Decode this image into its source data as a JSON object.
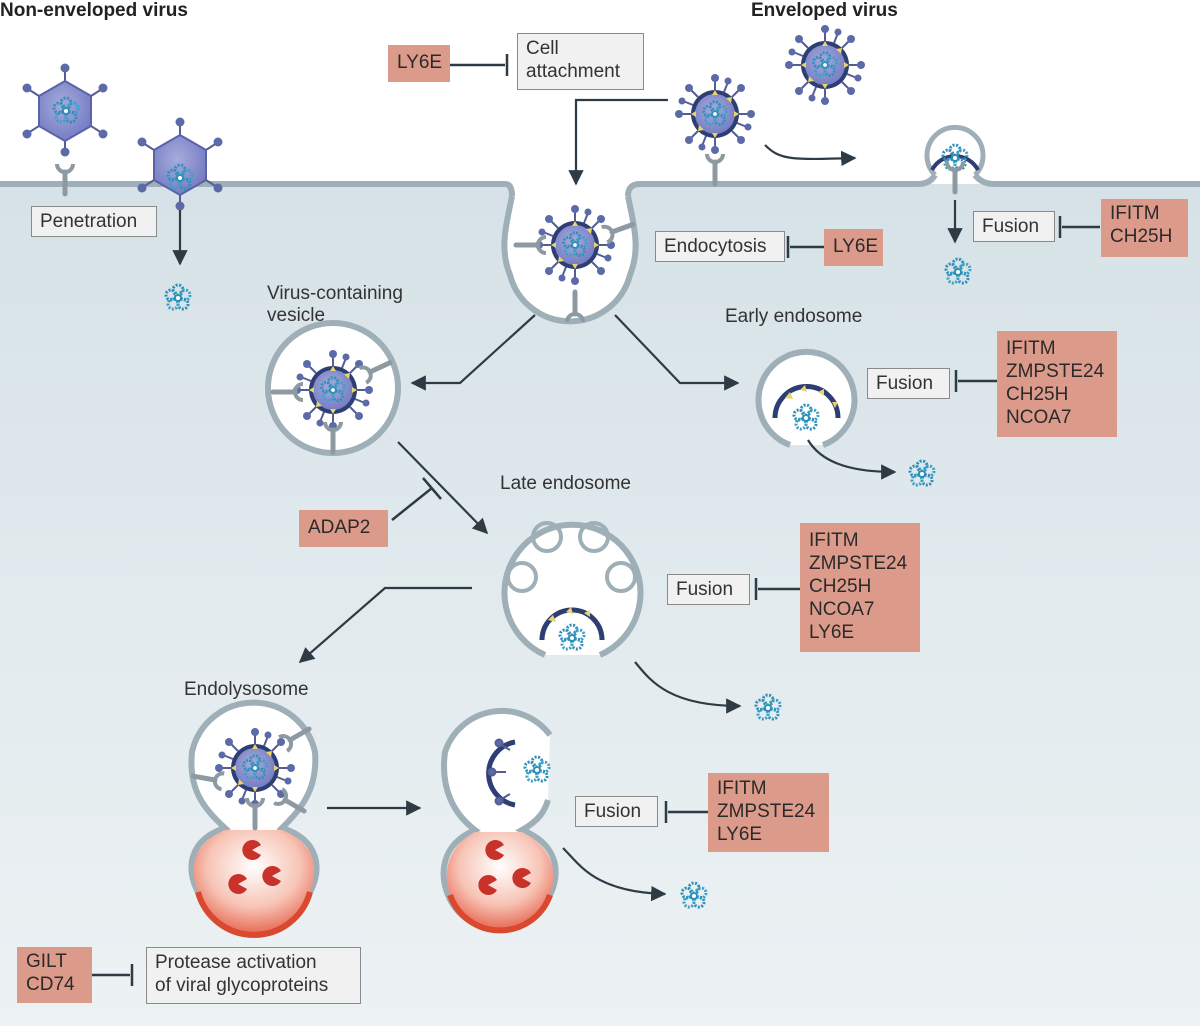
{
  "titles": {
    "non_enveloped": "Non-enveloped virus",
    "enveloped": "Enveloped virus"
  },
  "labels": {
    "virus_vesicle_1": "Virus-containing",
    "virus_vesicle_2": "vesicle",
    "early_endosome": "Early endosome",
    "late_endosome": "Late endosome",
    "endolysosome": "Endolysosome"
  },
  "steps": {
    "penetration": "Penetration",
    "cell_attachment_1": "Cell",
    "cell_attachment_2": "attachment",
    "endocytosis": "Endocytosis",
    "fusion_membrane": "Fusion",
    "fusion_early": "Fusion",
    "fusion_late": "Fusion",
    "fusion_endolysosome": "Fusion",
    "protease_1": "Protease activation",
    "protease_2": "of viral glycoproteins"
  },
  "factors": {
    "attachment": [
      "LY6E"
    ],
    "endocytosis": [
      "LY6E"
    ],
    "membrane_fusion": [
      "IFITM",
      "CH25H"
    ],
    "early_endosome": [
      "IFITM",
      "ZMPSTE24",
      "CH25H",
      "NCOA7"
    ],
    "transport": [
      "ADAP2"
    ],
    "late_endosome": [
      "IFITM",
      "ZMPSTE24",
      "CH25H",
      "NCOA7",
      "LY6E"
    ],
    "endolysosome": [
      "IFITM",
      "ZMPSTE24",
      "LY6E"
    ],
    "protease": [
      "GILT",
      "CD74"
    ]
  },
  "colors": {
    "cytoplasm": "#d9e4e9",
    "membrane": "#9eafb8",
    "factor_box": "#dc9b8a",
    "step_box": "#f1f1f1",
    "capsid": "#8f95cf",
    "genome": "#3aa0c8",
    "lysosome": "#e04a36",
    "arrow": "#2f3b44"
  }
}
